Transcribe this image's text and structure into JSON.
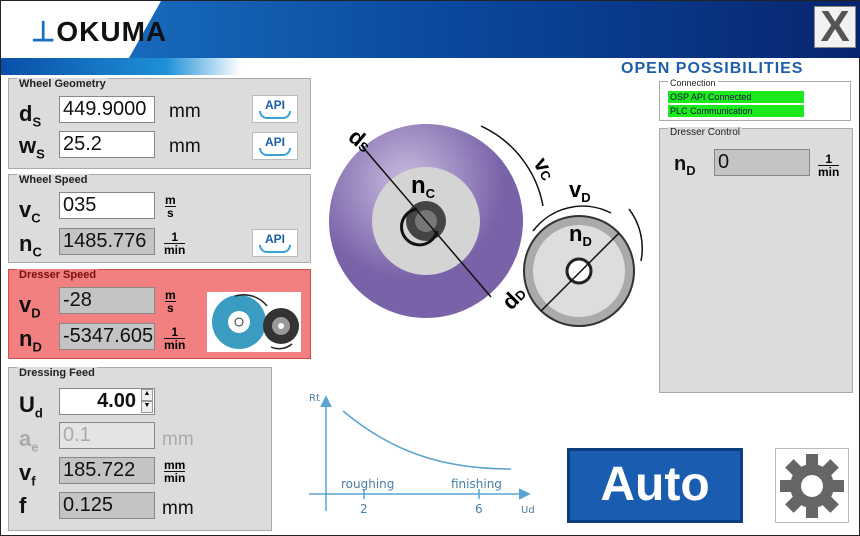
{
  "header": {
    "logo": "OKUMA",
    "tagline": "OPEN POSSIBILITIES",
    "close": "X"
  },
  "wheel_geometry": {
    "title": "Wheel Geometry",
    "ds": {
      "sym": "d",
      "sub": "S",
      "value": "449.9000",
      "unit": "mm",
      "api": "API"
    },
    "ws": {
      "sym": "w",
      "sub": "S",
      "value": "25.2",
      "unit": "mm",
      "api": "API"
    }
  },
  "wheel_speed": {
    "title": "Wheel Speed",
    "vc": {
      "sym": "v",
      "sub": "C",
      "value": "035",
      "unit_num": "m",
      "unit_den": "s"
    },
    "nc": {
      "sym": "n",
      "sub": "C",
      "value": "1485.776",
      "unit_num": "1",
      "unit_den": "min",
      "api": "API"
    }
  },
  "dresser_speed": {
    "title": "Dresser Speed",
    "vd": {
      "sym": "v",
      "sub": "D",
      "value": "-28",
      "unit_num": "m",
      "unit_den": "s"
    },
    "nd": {
      "sym": "n",
      "sub": "D",
      "value": "-5347.605",
      "unit_num": "1",
      "unit_den": "min"
    }
  },
  "dressing_feed": {
    "title": "Dressing Feed",
    "ud": {
      "sym": "U",
      "sub": "d",
      "value": "4.00"
    },
    "ae": {
      "sym": "a",
      "sub": "e",
      "value": "0.1",
      "unit": "mm"
    },
    "vf": {
      "sym": "v",
      "sub": "f",
      "value": "185.722",
      "unit_num": "mm",
      "unit_den": "min"
    },
    "f": {
      "sym": "f",
      "value": "0.125",
      "unit": "mm"
    }
  },
  "diagram": {
    "ds": "d",
    "ds_sub": "S",
    "nc": "n",
    "nc_sub": "C",
    "vc": "v",
    "vc_sub": "C",
    "vd": "v",
    "vd_sub": "D",
    "nd": "n",
    "nd_sub": "D",
    "dd": "d",
    "dd_sub": "D"
  },
  "graph": {
    "ylabel": "Rt",
    "xlabel": "Ud",
    "roughing": "roughing",
    "finishing": "finishing",
    "tick1": "2",
    "tick2": "6"
  },
  "connection": {
    "title": "Connection",
    "status1": "OSP API Connected",
    "status2": "PLC Communication",
    "color": "#1dea1d"
  },
  "dresser_control": {
    "title": "Dresser Control",
    "nd": {
      "sym": "n",
      "sub": "D",
      "value": "0",
      "unit_num": "1",
      "unit_den": "min"
    }
  },
  "auto_label": "Auto"
}
